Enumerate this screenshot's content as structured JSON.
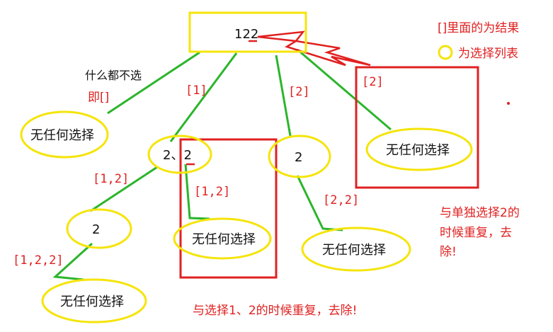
{
  "root": {
    "label": "122"
  },
  "legend": {
    "bracket_label": "[]里面的为结果",
    "circle_label": "为选择列表"
  },
  "edges": {
    "select_nothing": "什么都不选",
    "select_nothing_note": "即[]",
    "e1": "[1]",
    "e2": "[2]",
    "e2b": "[2]",
    "e12": "[1,2]",
    "e12b": "[1,2]",
    "e22": "[2,2]",
    "e122": "[1,2,2]"
  },
  "nodes": {
    "none_left": "无任何选择",
    "n22": "2、2",
    "n2_mid": "2",
    "none_right": "无任何选择",
    "n2_left": "2",
    "none_inner": "无任何选择",
    "none_mid": "无任何选择",
    "none_bottom": "无任何选择"
  },
  "notes": {
    "dup_single_line1": "与单独选择2的",
    "dup_single_line2": "时候重复，去",
    "dup_single_line3": "除!",
    "dup_12": "与选择1、2的时候重复，去除!"
  },
  "colors": {
    "yellow": "#f5e40a",
    "green": "#2bb52b",
    "red": "#e02020"
  }
}
